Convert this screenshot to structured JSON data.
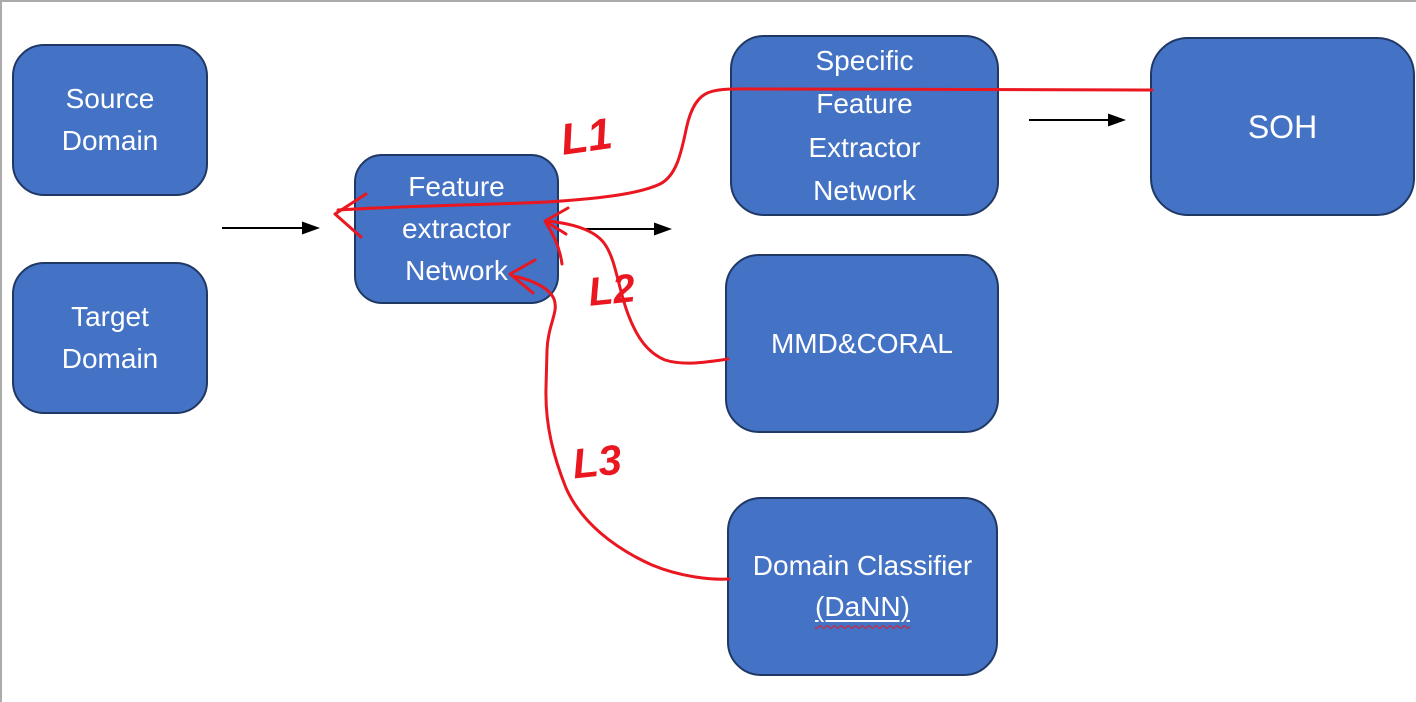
{
  "diagram": {
    "nodes": {
      "source_domain": {
        "label": "Source\nDomain"
      },
      "target_domain": {
        "label": "Target\nDomain"
      },
      "feature_extractor": {
        "label": "Feature\nextractor\nNetwork"
      },
      "specific_feature_extractor": {
        "label": "Specific\nFeature\nExtractor\nNetwork"
      },
      "soh": {
        "label": "SOH"
      },
      "mmd_coral": {
        "label": "MMD&CORAL"
      },
      "domain_classifier": {
        "line1": "Domain Classifier",
        "line2": "(DaNN)"
      }
    },
    "annotations": {
      "l1": "L1",
      "l2": "L2",
      "l3": "L3"
    },
    "colors": {
      "node_fill": "#4472c4",
      "node_border": "#1f3864",
      "node_text": "#ffffff",
      "annotation_red": "#ea1620",
      "arrow_black": "#000000"
    }
  }
}
